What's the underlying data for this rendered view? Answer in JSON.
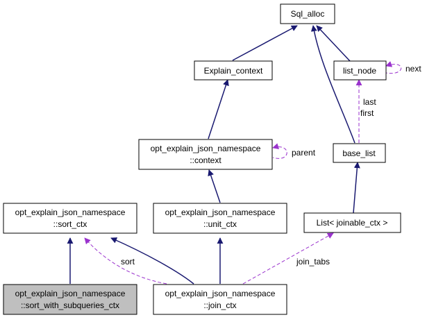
{
  "colors": {
    "inheritance_edge": "#191970",
    "usage_edge": "#9a32cd",
    "highlight_fill": "#bfbfbf",
    "node_fill": "#ffffff"
  },
  "nodes": {
    "sql_alloc": {
      "lines": [
        "Sql_alloc"
      ]
    },
    "explain_context": {
      "lines": [
        "Explain_context"
      ]
    },
    "list_node": {
      "lines": [
        "list_node"
      ]
    },
    "context": {
      "lines": [
        "opt_explain_json_namespace",
        "::context"
      ]
    },
    "base_list": {
      "lines": [
        "base_list"
      ]
    },
    "sort_ctx": {
      "lines": [
        "opt_explain_json_namespace",
        "::sort_ctx"
      ]
    },
    "unit_ctx": {
      "lines": [
        "opt_explain_json_namespace",
        "::unit_ctx"
      ]
    },
    "list_joinable": {
      "lines": [
        "List< joinable_ctx >"
      ]
    },
    "sort_with_subqueries_ctx": {
      "lines": [
        "opt_explain_json_namespace",
        "::sort_with_subqueries_ctx"
      ]
    },
    "join_ctx": {
      "lines": [
        "opt_explain_json_namespace",
        "::join_ctx"
      ]
    }
  },
  "edge_labels": {
    "next": "next",
    "last": "last",
    "first": "first",
    "parent": "parent",
    "sort": "sort",
    "join_tabs": "join_tabs"
  }
}
